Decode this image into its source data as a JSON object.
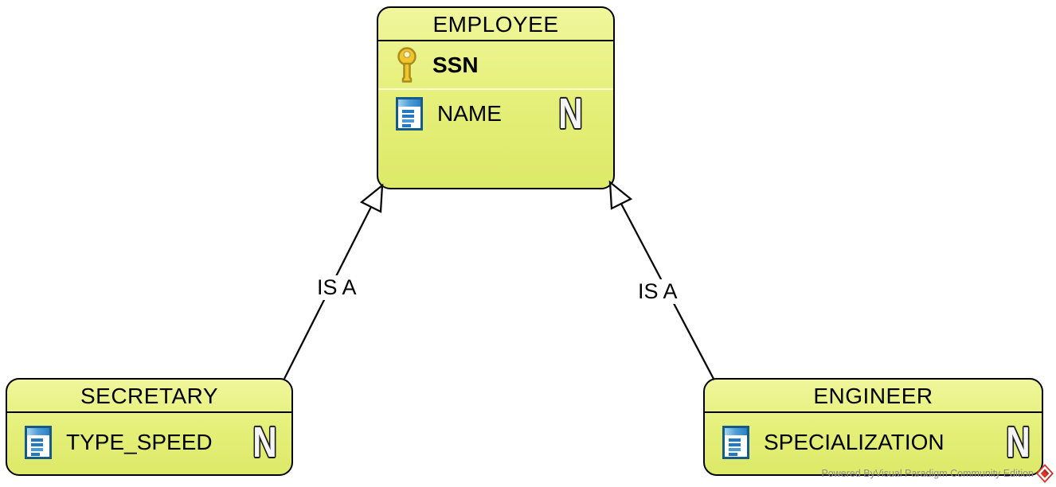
{
  "entities": [
    {
      "name": "EMPLOYEE",
      "columns": [
        {
          "name": "SSN",
          "icon": "primary-key-icon",
          "primary_key": true,
          "nullable_badge": ""
        },
        {
          "name": "NAME",
          "icon": "column-icon",
          "primary_key": false,
          "nullable_badge": "N"
        }
      ]
    },
    {
      "name": "SECRETARY",
      "columns": [
        {
          "name": "TYPE_SPEED",
          "icon": "column-icon",
          "primary_key": false,
          "nullable_badge": "N"
        }
      ]
    },
    {
      "name": "ENGINEER",
      "columns": [
        {
          "name": "SPECIALIZATION",
          "icon": "column-icon",
          "primary_key": false,
          "nullable_badge": "N"
        }
      ]
    }
  ],
  "relationships": [
    {
      "label": "IS A",
      "from": "SECRETARY",
      "to": "EMPLOYEE",
      "type": "generalization"
    },
    {
      "label": "IS A",
      "from": "ENGINEER",
      "to": "EMPLOYEE",
      "type": "generalization"
    }
  ],
  "watermark": {
    "text": "Powered ByVisual Paradigm Community Edition"
  },
  "colors": {
    "entity_fill": "#e6f07c",
    "entity_border": "#000000",
    "key_gold": "#f0c62a",
    "column_blue": "#2176c0",
    "watermark_gray": "#8f8f8f",
    "logo_red": "#d63a2f"
  }
}
